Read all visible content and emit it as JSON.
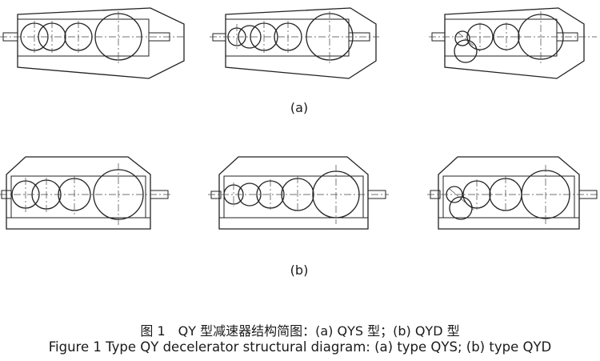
{
  "panels": [
    {
      "label": "(a)"
    },
    {
      "label": "(b)"
    }
  ],
  "caption": {
    "chinese": "图 1　QY 型减速器结构简图：(a) QYS 型；(b) QYD 型",
    "english": "Figure 1 Type QY decelerator structural diagram: (a) type QYS; (b) type QYD"
  }
}
